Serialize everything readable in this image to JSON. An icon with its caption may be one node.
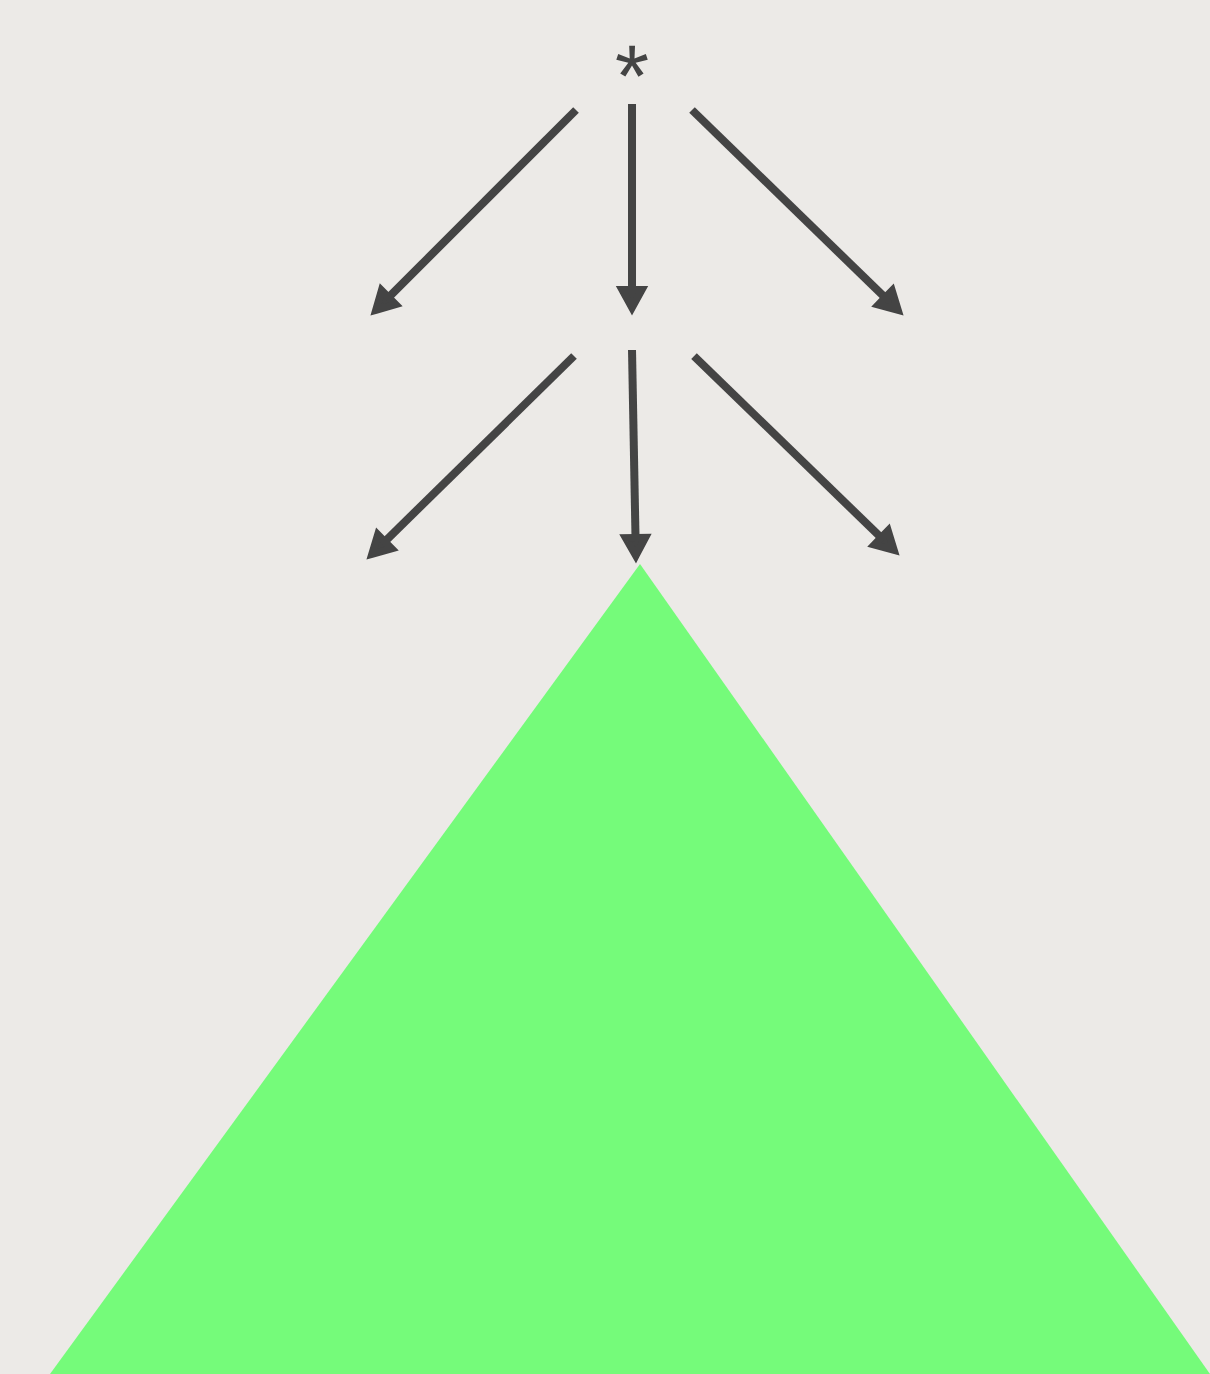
{
  "diagram": {
    "nodes": [
      {
        "text": [
          "*"
        ]
      },
      {
        "text": [],
        "shape": "triangle"
      }
    ],
    "edges": [
      {
        "from": 0,
        "to": null,
        "arrow": "to"
      },
      {
        "from": 0,
        "to": null,
        "arrow": "to"
      },
      {
        "from": 0,
        "to": null,
        "arrow": "to"
      },
      {
        "from": null,
        "to": 1,
        "arrow": "to"
      }
    ]
  }
}
